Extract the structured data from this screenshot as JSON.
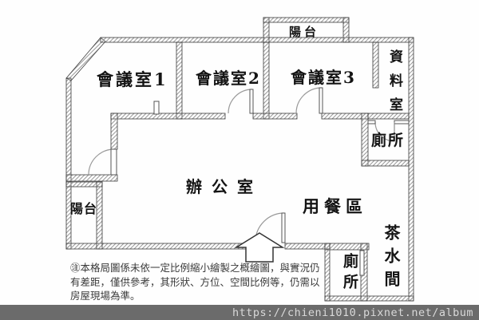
{
  "plan": {
    "rooms": {
      "meeting1": "會議室1",
      "meeting2": "會議室2",
      "meeting3": "會議室3",
      "office": "辦公室",
      "dining": "用餐區",
      "balcony_top": "陽台",
      "balcony_left": "陽台",
      "data_room": "資料室",
      "toilet_top": "廁所",
      "toilet_bottom": "廁所",
      "tea_room": "茶水間"
    },
    "note": {
      "line1": "㊟本格局圖係未依一定比例縮小繪製之概繪圖，與實況仍",
      "line2": "有差距，僅供參考，其形狀、方位、空間比例等，仍需以",
      "line3": "房屋現場為準。"
    }
  },
  "footer": {
    "watermark_url": "https://chieni1010.pixnet.net/album"
  },
  "colors": {
    "wall_hatch": "#9a9a9a",
    "wall_stroke": "#3c3c3c",
    "arc_stroke": "#999999",
    "footer_bg": "#6b6b6b",
    "footer_text": "#d9d9d9"
  }
}
